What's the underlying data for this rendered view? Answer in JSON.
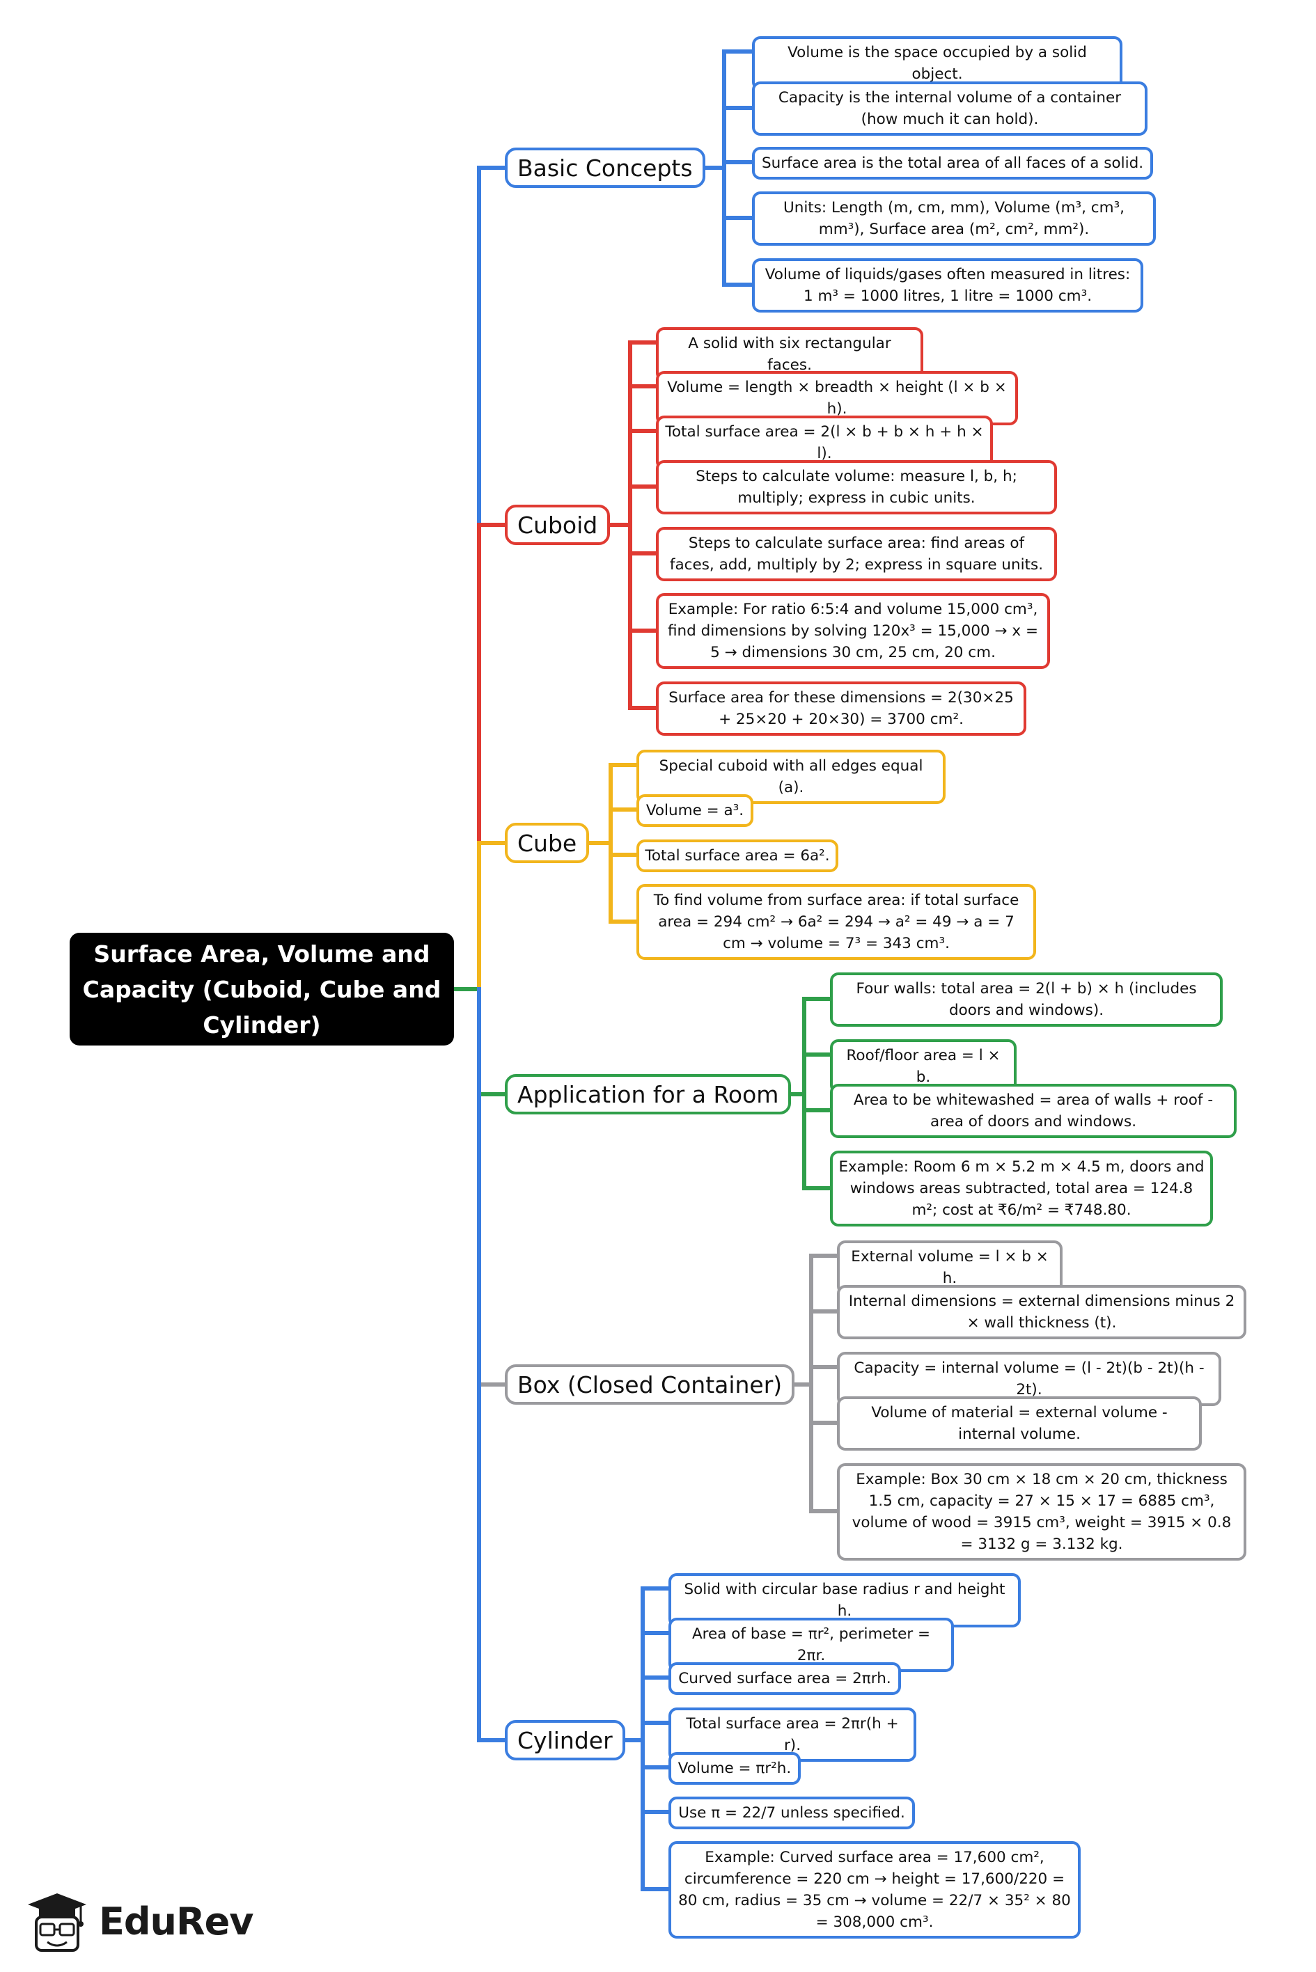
{
  "colors": {
    "blue": "#3a7de0",
    "red": "#e03a32",
    "yellow": "#f2b51c",
    "green": "#2f9f4a",
    "gray": "#9a9a9e"
  },
  "root": {
    "title": "Surface Area, Volume and Capacity (Cuboid, Cube and Cylinder)"
  },
  "branches": [
    {
      "label": "Basic Concepts",
      "color": "blue",
      "items": [
        "Volume is the space occupied by a solid object.",
        "Capacity is the internal volume of a container (how much it can hold).",
        "Surface area is the total area of all faces of a solid.",
        "Units: Length (m, cm, mm), Volume (m³, cm³, mm³), Surface area (m², cm², mm²).",
        "Volume of liquids/gases often measured in litres: 1 m³ = 1000 litres, 1 litre = 1000 cm³."
      ]
    },
    {
      "label": "Cuboid",
      "color": "red",
      "items": [
        "A solid with six rectangular faces.",
        "Volume = length × breadth × height (l × b × h).",
        "Total surface area = 2(l × b + b × h + h × l).",
        "Steps to calculate volume: measure l, b, h; multiply; express in cubic units.",
        "Steps to calculate surface area: find areas of faces, add, multiply by 2; express in square units.",
        "Example: For ratio 6:5:4 and volume 15,000 cm³, find dimensions by solving 120x³ = 15,000 → x = 5 → dimensions 30 cm, 25 cm, 20 cm.",
        "Surface area for these dimensions = 2(30×25 + 25×20 + 20×30) = 3700 cm²."
      ]
    },
    {
      "label": "Cube",
      "color": "yellow",
      "items": [
        "Special cuboid with all edges equal (a).",
        "Volume = a³.",
        "Total surface area = 6a².",
        "To find volume from surface area: if total surface area = 294 cm² → 6a² = 294 → a² = 49 → a = 7 cm → volume = 7³ = 343 cm³."
      ]
    },
    {
      "label": "Application for a Room",
      "color": "green",
      "items": [
        "Four walls: total area = 2(l + b) × h (includes doors and windows).",
        "Roof/floor area = l × b.",
        "Area to be whitewashed = area of walls + roof - area of doors and windows.",
        "Example: Room 6 m × 5.2 m × 4.5 m, doors and windows areas subtracted, total area = 124.8 m²; cost at ₹6/m² = ₹748.80."
      ]
    },
    {
      "label": "Box (Closed Container)",
      "color": "gray",
      "items": [
        "External volume = l × b × h.",
        "Internal dimensions = external dimensions minus 2 × wall thickness (t).",
        "Capacity = internal volume = (l - 2t)(b - 2t)(h - 2t).",
        "Volume of material = external volume - internal volume.",
        "Example: Box 30 cm × 18 cm × 20 cm, thickness 1.5 cm, capacity = 27 × 15 × 17 = 6885 cm³, volume of wood = 3915 cm³, weight = 3915 × 0.8 = 3132 g = 3.132 kg."
      ]
    },
    {
      "label": "Cylinder",
      "color": "blue",
      "items": [
        "Solid with circular base radius r and height h.",
        "Area of base = πr², perimeter = 2πr.",
        "Curved surface area = 2πrh.",
        "Total surface area = 2πr(h + r).",
        "Volume = πr²h.",
        "Use π = 22/7 unless specified.",
        "Example: Curved surface area = 17,600 cm², circumference = 220 cm → height = 17,600/220 = 80 cm, radius = 35 cm → volume = 22/7 × 35² × 80 = 308,000 cm³."
      ]
    }
  ],
  "logo": {
    "text": "EduRev",
    "icon": "graduate-cap-icon"
  }
}
